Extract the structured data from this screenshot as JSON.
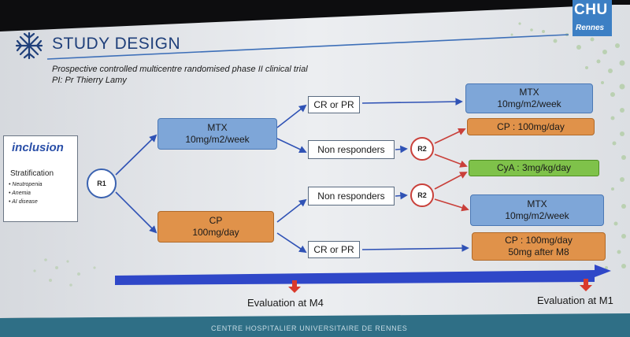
{
  "header": {
    "title": "STUDY DESIGN",
    "logo_top": "CHU",
    "logo_bottom": "Rennes"
  },
  "subtitle": {
    "line1": "Prospective controlled multicentre randomised phase II clinical trial",
    "line2": "PI: Pr Thierry Lamy"
  },
  "inclusion": {
    "title": "inclusion",
    "stratification": "Stratification",
    "items": [
      "Neutropenia",
      "Anemia",
      "AI disease"
    ]
  },
  "nodes": {
    "r1": "R1",
    "r2_top": "R2",
    "r2_bottom": "R2",
    "mtx_arm": {
      "line1": "MTX",
      "line2": "10mg/m2/week"
    },
    "cp_arm": {
      "line1": "CP",
      "line2": "100mg/day"
    },
    "cr_pr_top": "CR or PR",
    "non_resp_top": "Non responders",
    "non_resp_bottom": "Non responders",
    "cr_pr_bottom": "CR or PR",
    "out_mtx_top": {
      "line1": "MTX",
      "line2": "10mg/m2/week"
    },
    "out_cp_top": "CP : 100mg/day",
    "out_cya": "CyA : 3mg/kg/day",
    "out_mtx_bottom": {
      "line1": "MTX",
      "line2": "10mg/m2/week"
    },
    "out_cp_bottom": {
      "line1": "CP : 100mg/day",
      "line2": "50mg after M8"
    }
  },
  "timeline": {
    "eval_m4": "Evaluation at M4",
    "eval_m1": "Evaluation at M1"
  },
  "footer": "CENTRE HOSPITALIER UNIVERSITAIRE DE RENNES",
  "colors": {
    "title_blue": "#1f3f7a",
    "arrow_blue": "#2f52b5",
    "r2_red": "#c9403a",
    "box_blue": "#7ea6d8",
    "box_orange": "#e0924a",
    "box_green": "#7fc24a"
  }
}
